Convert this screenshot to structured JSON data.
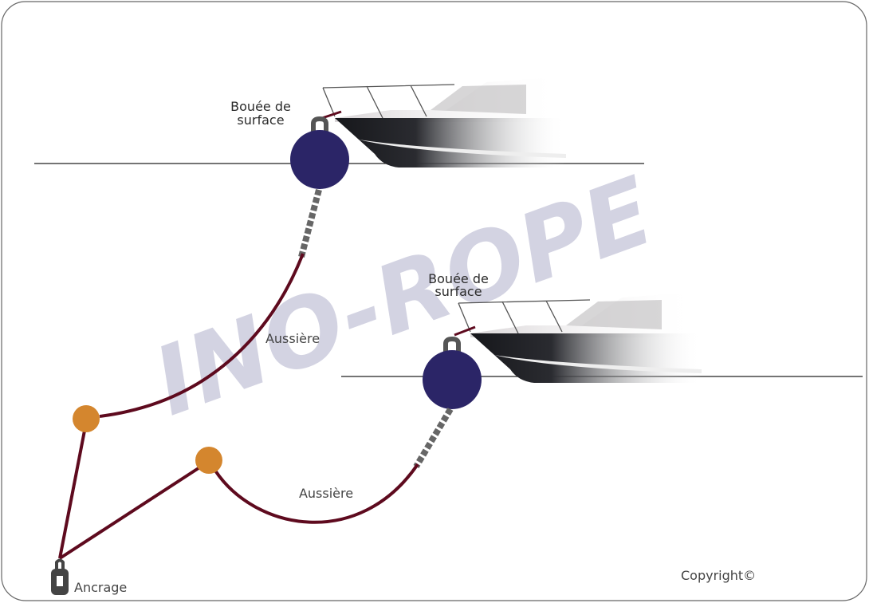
{
  "watermark": "INO-ROPE",
  "labels": {
    "buoy_top_line1": "Bouée de",
    "buoy_top_line2": "surface",
    "buoy_bottom_line1": "Bouée de",
    "buoy_bottom_line2": "surface",
    "rope_top": "Aussière",
    "rope_bottom": "Aussière",
    "anchor": "Ancrage",
    "copyright": "Copyright©"
  },
  "colors": {
    "buoy": "#2b2567",
    "float": "#d4862e",
    "rope": "#5e0a1e",
    "chain": "#555555",
    "watermark": "#d3d3e2"
  }
}
